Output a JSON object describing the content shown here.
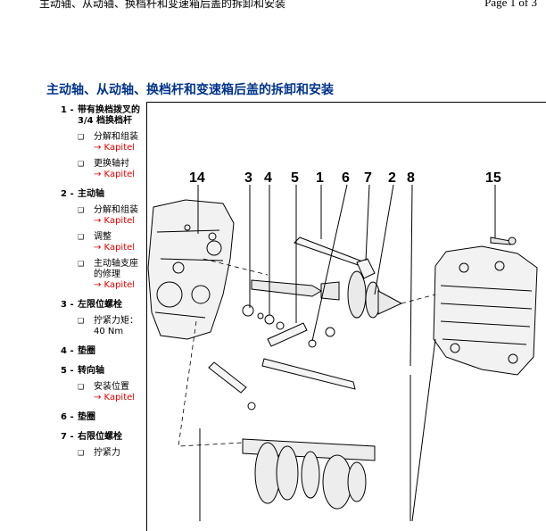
{
  "header": {
    "title": "主动轴、从动轴、换档杆和变速箱后盖的拆卸和安装",
    "page": "Page 1 of 3"
  },
  "section_title": "主动轴、从动轴、换档杆和变速箱后盖的拆卸和安装",
  "parts": [
    {
      "num": "1 -",
      "label": "带有换档拨叉的 3/4 档换档杆",
      "subs": [
        {
          "text": "分解和组装",
          "link": "→ Kapitel"
        },
        {
          "text": "更换轴衬",
          "link": "→ Kapitel"
        }
      ]
    },
    {
      "num": "2 -",
      "label": "主动轴",
      "subs": [
        {
          "text": "分解和组装",
          "link": "→ Kapitel"
        },
        {
          "text": "调整",
          "link": "→ Kapitel"
        },
        {
          "text": "主动轴支座的修理",
          "link": "→ Kapitel"
        }
      ]
    },
    {
      "num": "3 -",
      "label": "左限位螺栓",
      "subs": [
        {
          "text": "拧紧力矩：40 Nm",
          "link": ""
        }
      ]
    },
    {
      "num": "4 -",
      "label": "垫圈",
      "subs": []
    },
    {
      "num": "5 -",
      "label": "转向轴",
      "subs": [
        {
          "text": "安装位置",
          "link": "→ Kapitel"
        }
      ]
    },
    {
      "num": "6 -",
      "label": "垫圈",
      "subs": []
    },
    {
      "num": "7 -",
      "label": "右限位螺栓",
      "subs": [
        {
          "text": "拧紧力",
          "link": ""
        }
      ]
    }
  ],
  "diagram": {
    "callouts": [
      "14",
      "3",
      "4",
      "5",
      "1",
      "6",
      "7",
      "2",
      "8",
      "15"
    ]
  }
}
